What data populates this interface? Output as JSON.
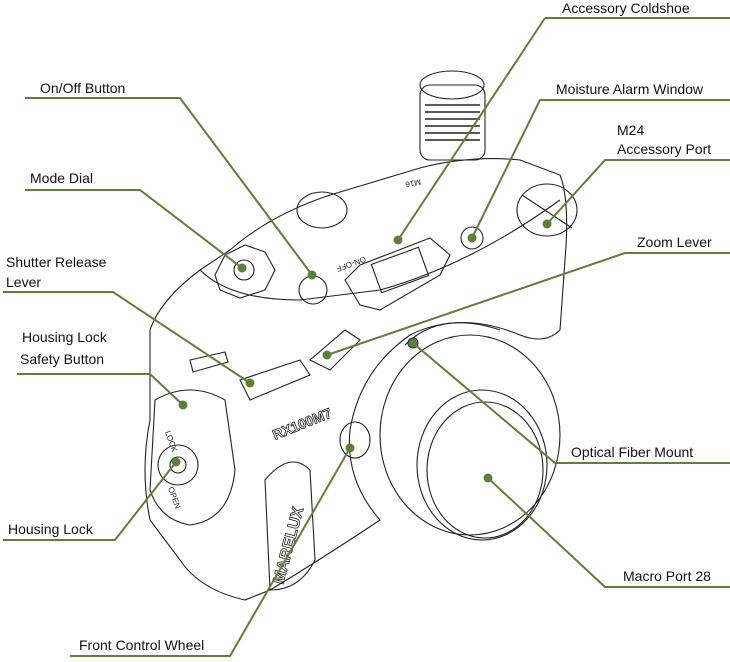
{
  "colors": {
    "leader_line": "#5e7f3a",
    "outline": "#222222"
  },
  "camera_markings": {
    "model": "RX100M7",
    "brand": "MARELUX",
    "lock": "LOCK",
    "open": "OPEN",
    "power": "ON-OFF",
    "port": "M16"
  },
  "labels": {
    "accessory_coldshoe": "Accessory Coldshoe",
    "on_off_button": "On/Off Button",
    "moisture_alarm_window": "Moisture Alarm Window",
    "m24_line1": "M24",
    "m24_line2": "Accessory Port",
    "mode_dial": "Mode Dial",
    "zoom_lever": "Zoom Lever",
    "shutter_line1": "Shutter Release",
    "shutter_line2": "Lever",
    "safety_line1": "Housing Lock",
    "safety_line2": "Safety Button",
    "optical_fiber_mount": "Optical Fiber Mount",
    "housing_lock": "Housing Lock",
    "macro_port": "Macro Port 28",
    "front_control_wheel": "Front Control Wheel"
  }
}
